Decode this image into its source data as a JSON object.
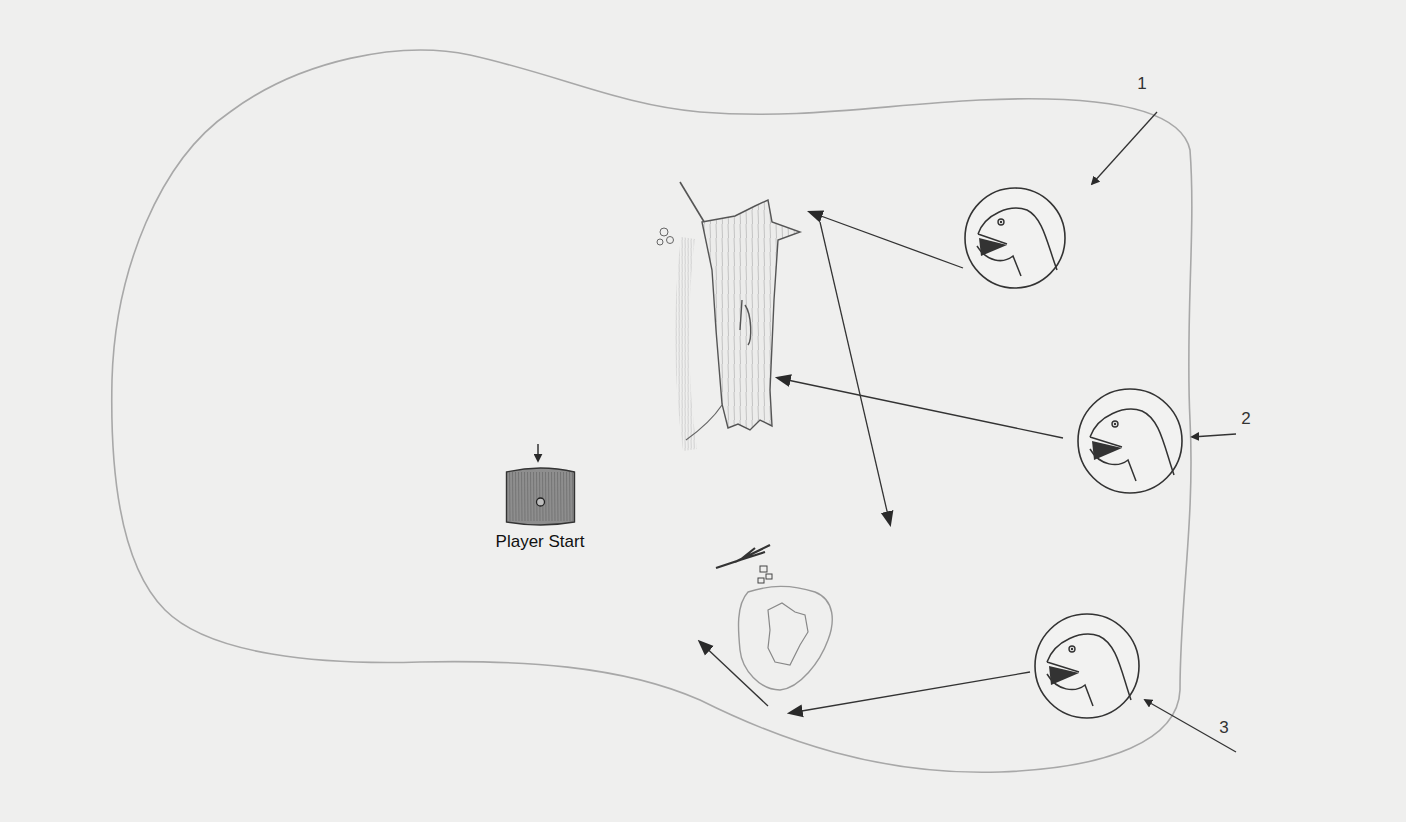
{
  "diagram": {
    "nodes": [
      {
        "text": [
          "Player Start"
        ]
      }
    ],
    "labels": [
      "1",
      "2",
      "3"
    ]
  }
}
